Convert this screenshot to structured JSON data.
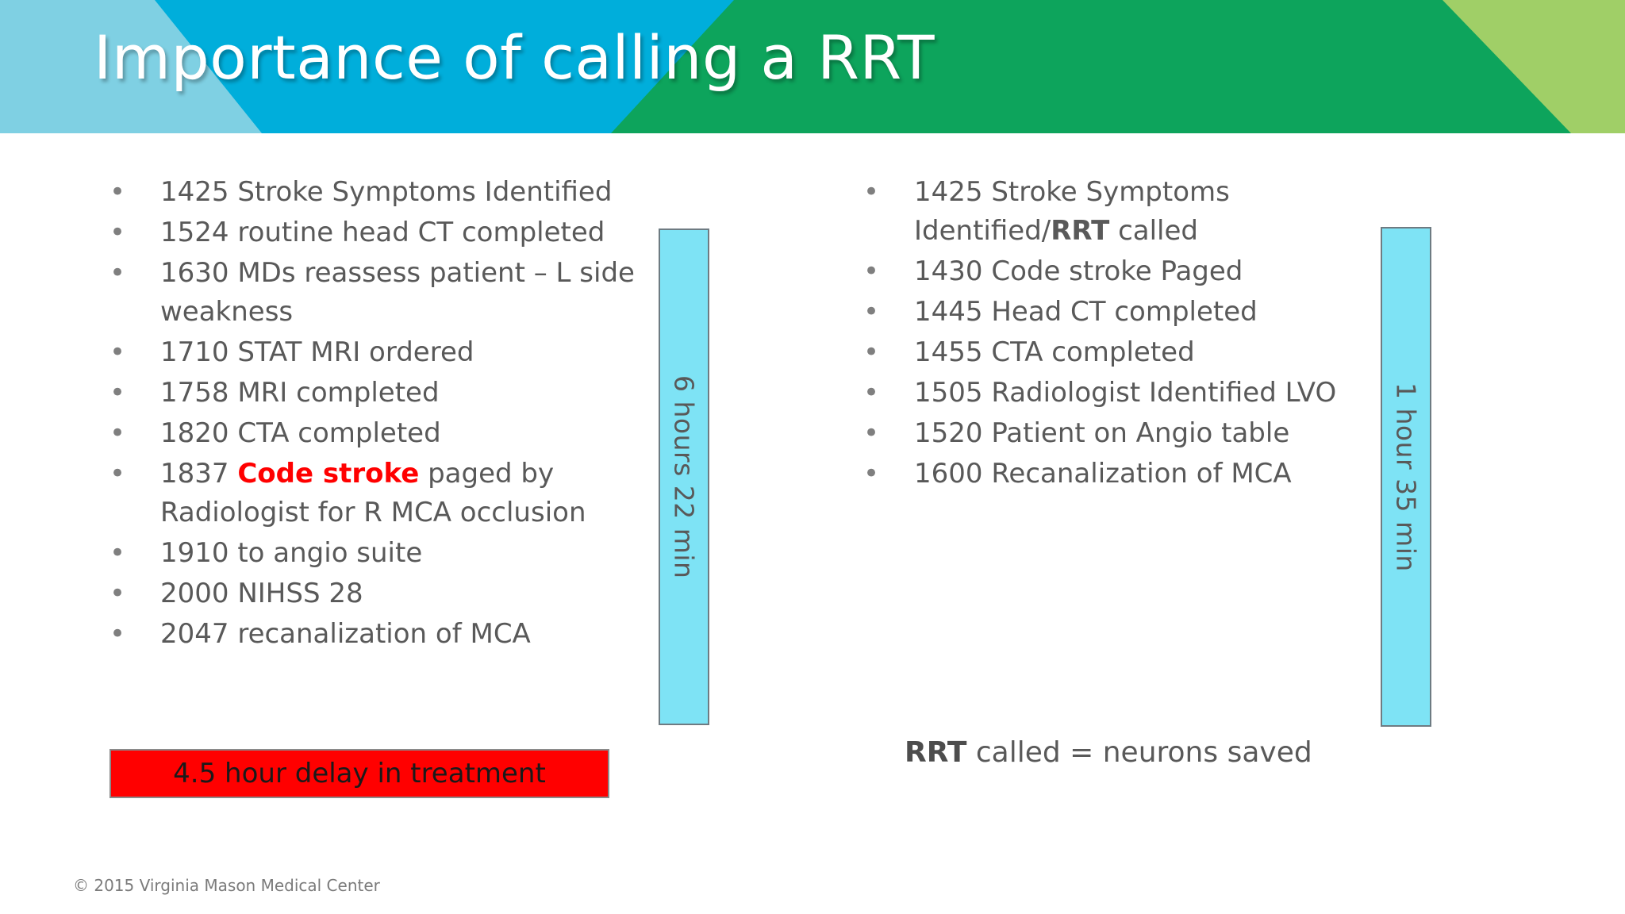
{
  "header": {
    "title": "Importance of calling a RRT",
    "colors": {
      "light_blue": "#7FD0E3",
      "cyan": "#00AEDB",
      "green": "#0DA45C",
      "light_green": "#A0CF67"
    }
  },
  "left_column": {
    "bullet_glyph": "•",
    "items": [
      {
        "parts": [
          {
            "text": "1425 Stroke Symptoms Identified",
            "style": "normal"
          }
        ]
      },
      {
        "parts": [
          {
            "text": "1524 routine head CT completed",
            "style": "normal"
          }
        ]
      },
      {
        "parts": [
          {
            "text": "1630 MDs reassess patient – L side weakness",
            "style": "normal"
          }
        ]
      },
      {
        "parts": [
          {
            "text": "1710 STAT MRI ordered",
            "style": "normal"
          }
        ]
      },
      {
        "parts": [
          {
            "text": "1758 MRI completed",
            "style": "normal"
          }
        ]
      },
      {
        "parts": [
          {
            "text": "1820 CTA completed",
            "style": "normal"
          }
        ]
      },
      {
        "parts": [
          {
            "text": "1837 ",
            "style": "normal"
          },
          {
            "text": "Code stroke",
            "style": "red-bold"
          },
          {
            "text": " paged by Radiologist for R MCA occlusion",
            "style": "normal"
          }
        ]
      },
      {
        "parts": [
          {
            "text": "1910 to angio suite",
            "style": "normal"
          }
        ]
      },
      {
        "parts": [
          {
            "text": "2000 NIHSS 28",
            "style": "normal"
          }
        ]
      },
      {
        "parts": [
          {
            "text": "2047 recanalization of MCA",
            "style": "normal"
          }
        ]
      }
    ],
    "duration_bar": {
      "label": "6 hours 22 min",
      "fill_color": "#7EE3F5"
    },
    "banner": {
      "label": "4.5 hour delay in treatment",
      "background": "#ff0000",
      "text_color": "#1a1a1a"
    }
  },
  "right_column": {
    "bullet_glyph": "•",
    "items": [
      {
        "parts": [
          {
            "text": "1425 Stroke Symptoms Identified/",
            "style": "normal"
          },
          {
            "text": "RRT",
            "style": "bold"
          },
          {
            "text": " called",
            "style": "normal"
          }
        ]
      },
      {
        "parts": [
          {
            "text": "1430 Code stroke Paged",
            "style": "normal"
          }
        ]
      },
      {
        "parts": [
          {
            "text": "1445 Head CT completed",
            "style": "normal"
          }
        ]
      },
      {
        "parts": [
          {
            "text": "1455 CTA completed",
            "style": "normal"
          }
        ]
      },
      {
        "parts": [
          {
            "text": "1505 Radiologist Identified LVO",
            "style": "normal"
          }
        ]
      },
      {
        "parts": [
          {
            "text": "1520 Patient on Angio table",
            "style": "normal"
          }
        ]
      },
      {
        "parts": [
          {
            "text": "1600 Recanalization of MCA",
            "style": "normal"
          }
        ]
      }
    ],
    "duration_bar": {
      "label": "1 hour 35 min",
      "fill_color": "#7EE3F5"
    },
    "summary": {
      "bold_part": "RRT",
      "rest_part": " called = neurons saved"
    }
  },
  "footer": {
    "copyright": "© 2015 Virginia Mason Medical Center"
  }
}
